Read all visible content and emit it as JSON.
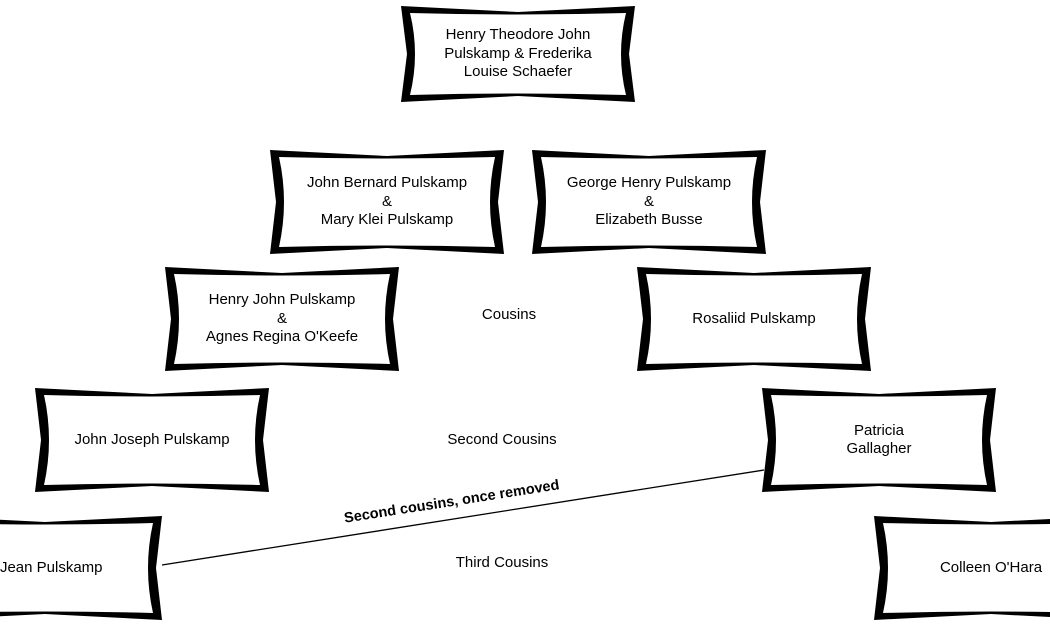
{
  "nodes": [
    {
      "id": "henry-theodore-frederika",
      "lines": [
        "Henry Theodore John",
        "Pulskamp & Frederika",
        "Louise Schaefer"
      ]
    },
    {
      "id": "john-bernard-mary",
      "lines": [
        "John Bernard Pulskamp",
        "&",
        "Mary Klei Pulskamp"
      ]
    },
    {
      "id": "george-henry-elizabeth",
      "lines": [
        "George Henry Pulskamp",
        "&",
        "Elizabeth Busse"
      ]
    },
    {
      "id": "henry-john-agnes",
      "lines": [
        "Henry John Pulskamp",
        "&",
        "Agnes Regina O'Keefe"
      ]
    },
    {
      "id": "rosaliid",
      "lines": [
        "Rosaliid Pulskamp"
      ]
    },
    {
      "id": "john-joseph",
      "lines": [
        "John Joseph Pulskamp"
      ]
    },
    {
      "id": "patricia-gallagher",
      "lines": [
        "Patricia",
        "Gallagher"
      ]
    },
    {
      "id": "jean",
      "lines": [
        "n Jean Pulskamp"
      ]
    },
    {
      "id": "colleen",
      "lines": [
        "Colleen O'Hara"
      ]
    }
  ],
  "relationships": [
    {
      "id": "cousins",
      "label": "Cousins"
    },
    {
      "id": "second-cousins",
      "label": "Second Cousins"
    },
    {
      "id": "third-cousins",
      "label": "Third Cousins"
    }
  ],
  "connector": {
    "label": "Second cousins, once removed",
    "from": "jean",
    "to": "patricia-gallagher"
  }
}
